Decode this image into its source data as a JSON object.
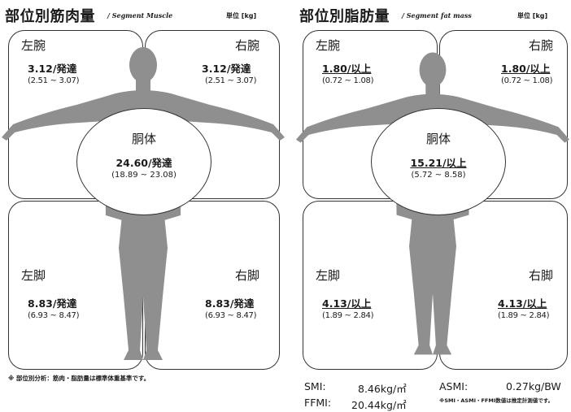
{
  "muscle": {
    "title": "部位別筋肉量",
    "subtitle": "/ Segment Muscle",
    "unit": "単位 [kg]",
    "left_arm": {
      "name": "左腕",
      "value": "3.12/発達",
      "range": "(2.51 ~ 3.07)"
    },
    "right_arm": {
      "name": "右腕",
      "value": "3.12/発達",
      "range": "(2.51 ~ 3.07)"
    },
    "trunk": {
      "name": "胴体",
      "value": "24.60/発達",
      "range": "(18.89 ~ 23.08)"
    },
    "left_leg": {
      "name": "左脚",
      "value": "8.83/発達",
      "range": "(6.93 ~ 8.47)"
    },
    "right_leg": {
      "name": "右脚",
      "value": "8.83/発達",
      "range": "(6.93 ~ 8.47)"
    },
    "footnote": "※ 部位別分析：筋肉・脂肪量は標準体重基準です。"
  },
  "fat": {
    "title": "部位別脂肪量",
    "subtitle": "/ Segment fat mass",
    "unit": "単位 [kg]",
    "left_arm": {
      "name": "左腕",
      "value": "1.80/以上",
      "range": "(0.72 ~ 1.08)"
    },
    "right_arm": {
      "name": "右腕",
      "value": "1.80/以上",
      "range": "(0.72 ~ 1.08)"
    },
    "trunk": {
      "name": "胴体",
      "value": "15.21/以上",
      "range": "(5.72 ~ 8.58)"
    },
    "left_leg": {
      "name": "左脚",
      "value": "4.13/以上",
      "range": "(1.89 ~ 2.84)"
    },
    "right_leg": {
      "name": "右脚",
      "value": "4.13/以上",
      "range": "(1.89 ~ 2.84)"
    }
  },
  "metrics": {
    "smi_label": "SMI:",
    "smi_value": "8.46kg/㎡",
    "ffmi_label": "FFMI:",
    "ffmi_value": "20.44kg/㎡",
    "asmi_label": "ASMI:",
    "asmi_value": "0.27kg/BW",
    "note": "※SMI・ASMI・FFMI数値は推定計測値です。"
  },
  "colors": {
    "silhouette": "#8f8f8f",
    "border": "#333333",
    "text": "#1a1a1a"
  }
}
